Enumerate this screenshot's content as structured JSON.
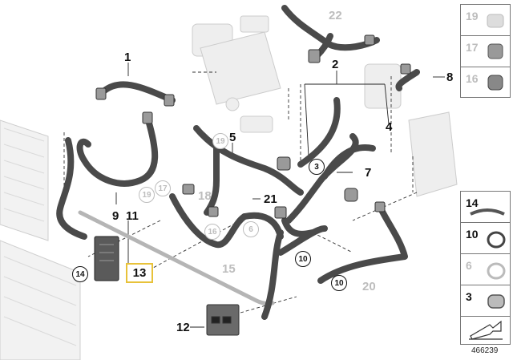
{
  "callouts": {
    "c1": "1",
    "c2": "2",
    "c3": "3",
    "c4": "4",
    "c5": "5",
    "c6": "6",
    "c7": "7",
    "c8": "8",
    "c9": "9",
    "c10a": "10",
    "c10b": "10",
    "c11": "11",
    "c12": "12",
    "c13": "13",
    "c14": "14",
    "c15": "15",
    "c16": "16",
    "c17": "17",
    "c18": "18",
    "c19": "19",
    "c20": "20",
    "c21": "21",
    "c22": "22"
  },
  "side_panel_top": [
    "19",
    "17",
    "16"
  ],
  "side_panel_bottom": [
    "14",
    "10",
    "6",
    "3"
  ],
  "reference_number": "466239",
  "colors": {
    "highlight": "#e8c23a",
    "hose": "#4a4a4a",
    "ghost": "#c8c8c8"
  }
}
